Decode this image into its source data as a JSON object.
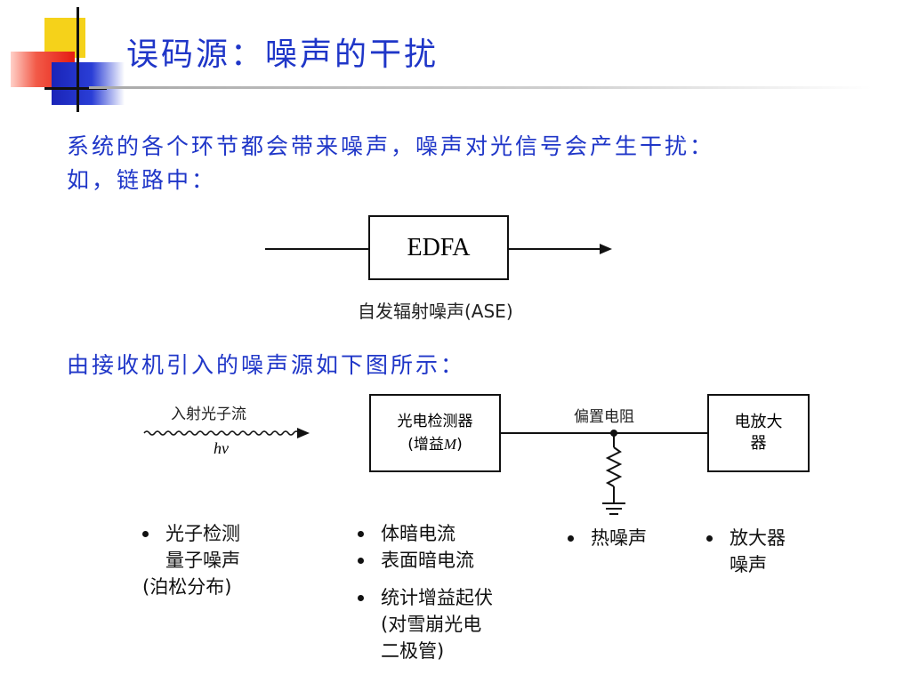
{
  "slide": {
    "title": "误码源：噪声的干扰",
    "intro_line1": "系统的各个环节都会带来噪声，噪声对光信号会产生干扰：",
    "intro_line2": "如，链路中：",
    "receiver_caption": "由接收机引入的噪声源如下图所示："
  },
  "edfa_diagram": {
    "box_label": "EDFA",
    "noise_label": "自发辐射噪声(ASE)"
  },
  "receiver_diagram": {
    "photon_stream_label": "入射光子流",
    "photon_energy_label": "hν",
    "photodetector": {
      "line1": "光电检测器",
      "line2_prefix": "(增益",
      "line2_var": "M",
      "line2_suffix": ")"
    },
    "bias_resistor_label": "偏置电阻",
    "amplifier": {
      "line1": "电放大",
      "line2": "器"
    }
  },
  "noise_sources": {
    "photodetection": {
      "line1": "光子检测",
      "line2": "量子噪声",
      "line3": "(泊松分布)"
    },
    "dark_current": {
      "item1": "体暗电流",
      "item2": "表面暗电流",
      "item3_line1": "统计增益起伏",
      "item3_line2": "(对雪崩光电",
      "item3_line3": "二极管)"
    },
    "thermal": {
      "line1": "热噪声"
    },
    "amplifier": {
      "line1": "放大器",
      "line2": "噪声"
    }
  },
  "colors": {
    "title_blue": "#1f36c8",
    "logo_yellow": "#f5d21a",
    "logo_red": "#e51c12",
    "logo_blue": "#1a24b8"
  }
}
